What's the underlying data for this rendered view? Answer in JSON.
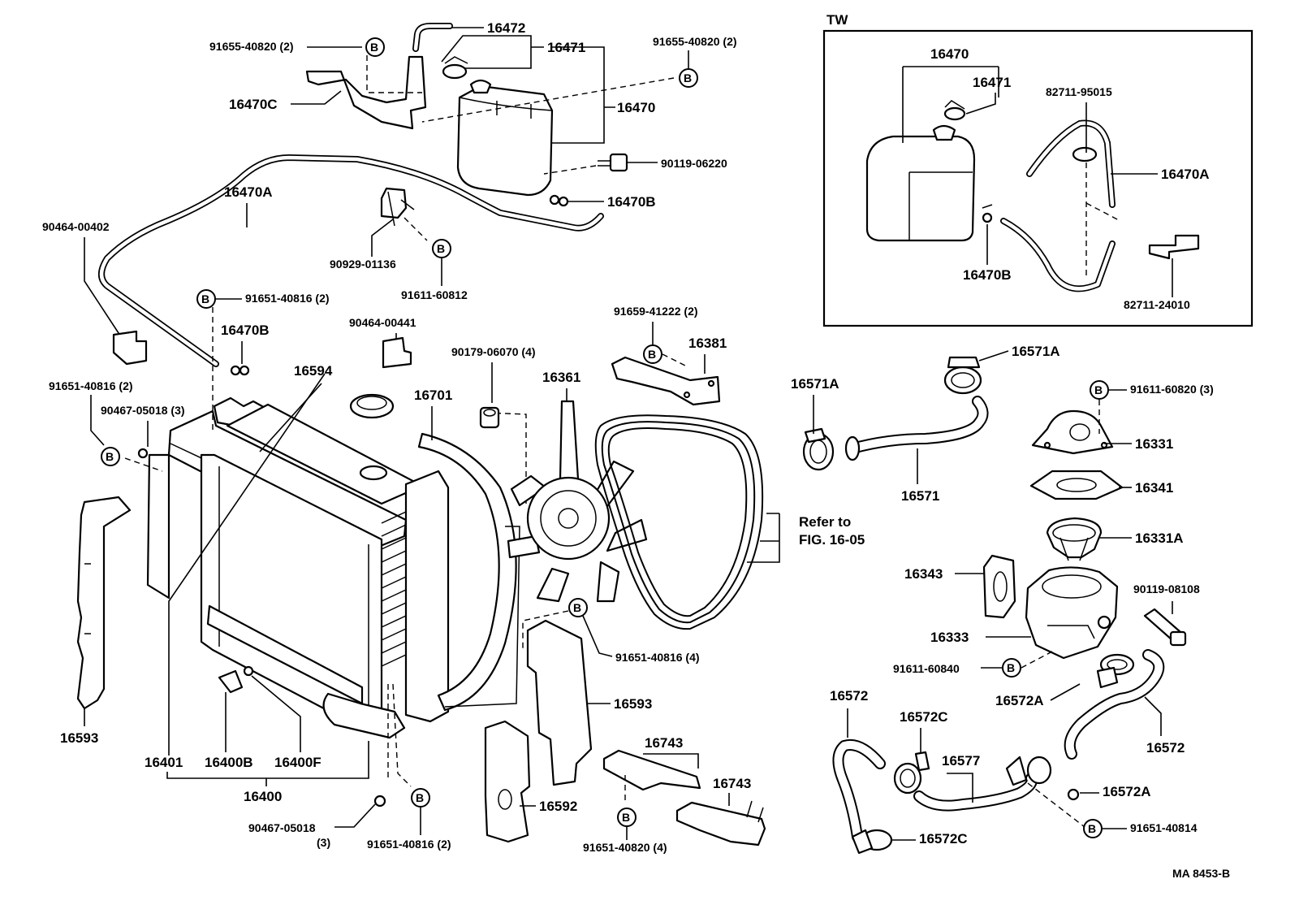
{
  "diagram": {
    "inset_title": "TW",
    "refer_note": [
      "Refer to",
      "FIG. 16-05"
    ],
    "figure_code": "MA  8453-B",
    "bolt_marker": "B"
  },
  "labels": {
    "p16472": "16472",
    "p16471": "16471",
    "p16470": "16470",
    "p16470c": "16470C",
    "p91655_left": "91655-40820 (2)",
    "p91655_right": "91655-40820 (2)",
    "p90119_06220": "90119-06220",
    "p16470b_top": "16470B",
    "p16470a": "16470A",
    "p90464_00402": "90464-00402",
    "p90929_01136": "90929-01136",
    "p91611_60812": "91611-60812",
    "p91651_40816_top": "91651-40816 (2)",
    "p16470b_mid": "16470B",
    "p90464_00441": "90464-00441",
    "p16594": "16594",
    "p16701": "16701",
    "p90179_06070": "90179-06070 (4)",
    "p16361": "16361",
    "p91659_41222": "91659-41222 (2)",
    "p16381": "16381",
    "p91651_40816_left": "91651-40816 (2)",
    "p90467_05018_left": "90467-05018 (3)",
    "p16593_left": "16593",
    "p16401": "16401",
    "p16400b": "16400B",
    "p16400f": "16400F",
    "p16400": "16400",
    "p90467_05018_bottom": "90467-05018",
    "p90467_05018_bottom_qty": "(3)",
    "p91651_40816_bottom": "91651-40816 (2)",
    "p16592": "16592",
    "p16593_right": "16593",
    "p91651_40816_4": "91651-40816 (4)",
    "p16743_a": "16743",
    "p16743_b": "16743",
    "p91651_40820_4": "91651-40820 (4)",
    "p16571a_left": "16571A",
    "p16571a_top": "16571A",
    "p16571": "16571",
    "p91611_60820": "91611-60820 (3)",
    "p16331": "16331",
    "p16341": "16341",
    "p16331a": "16331A",
    "p16343": "16343",
    "p90119_08108": "90119-08108",
    "p16333": "16333",
    "p91611_60840": "91611-60840",
    "p16572a_mid": "16572A",
    "p16572_left": "16572",
    "p16572_right": "16572",
    "p16572c_top": "16572C",
    "p16577": "16577",
    "p16572a_right": "16572A",
    "p91651_40814": "91651-40814",
    "p16572c_bottom": "16572C",
    "tw_16470": "16470",
    "tw_16471": "16471",
    "tw_82711_95015": "82711-95015",
    "tw_16470a": "16470A",
    "tw_16470b": "16470B",
    "tw_82711_24010": "82711-24010"
  },
  "icons": {
    "bolt_marker_icon": "circled-letter-B",
    "part_shapes": "line-art"
  }
}
